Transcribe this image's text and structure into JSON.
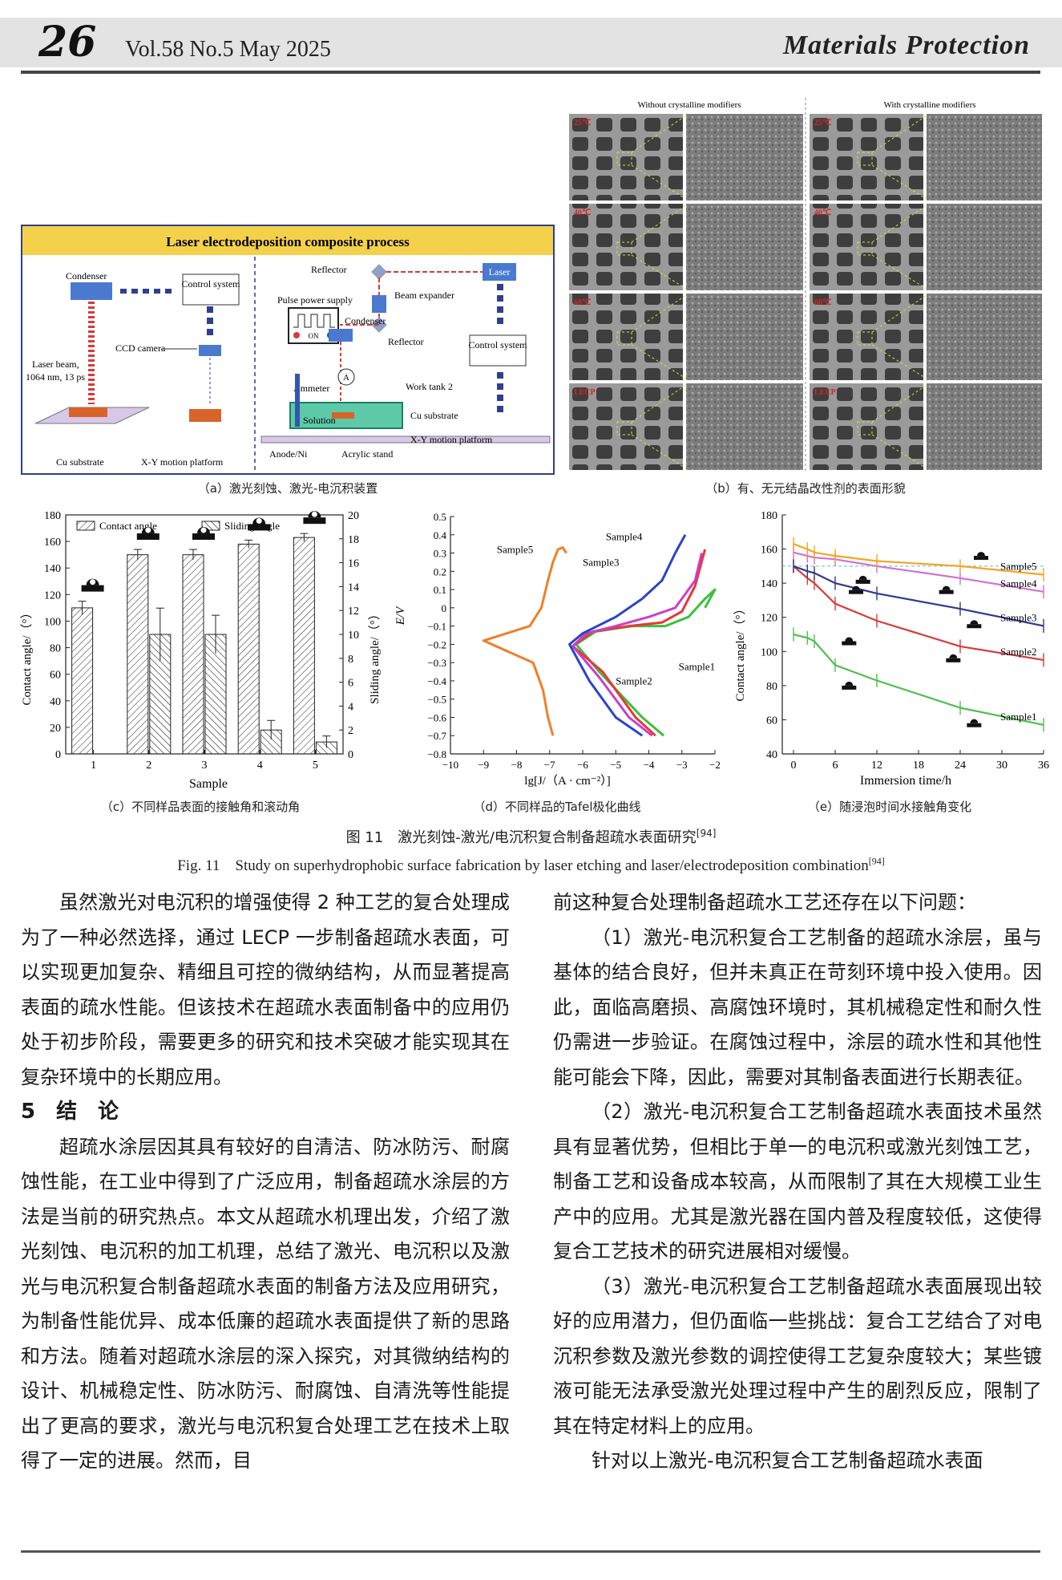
{
  "header": {
    "page_number": "26",
    "volume": "Vol.58  No.5  May 2025",
    "journal": "Materials Protection"
  },
  "figure": {
    "panel_a": {
      "title": "Laser electrodeposition composite process",
      "labels": {
        "condenser": "Condenser",
        "control_system": "Control system",
        "ccd_camera": "CCD camera",
        "laser_beam": "Laser beam,",
        "laser_beam_params": "1064 nm, 13 ps",
        "cu_substrate": "Cu substrate",
        "xy_platform": "X-Y motion platform",
        "reflector_top": "Reflector",
        "laser": "Laser",
        "pulse_power": "Pulse power supply",
        "beam_expander": "Beam expander",
        "condenser2": "Condenser",
        "reflector2": "Reflector",
        "control_system2": "Control system",
        "on": "ON",
        "ammeter": "Ammeter",
        "a_symbol": "A",
        "work_tank": "Work tank 2",
        "solution": "Solution",
        "cu_substrate2": "Cu substrate",
        "xy_platform2": "X-Y motion platform",
        "anode": "Anode/Ni",
        "acrylic": "Acrylic stand"
      },
      "caption": "（a）激光刻蚀、激光-电沉积装置"
    },
    "panel_b": {
      "header_left": "Without crystalline modifiers",
      "header_right": "With crystalline modifiers",
      "row_labels": [
        "25℃",
        "40℃",
        "60℃",
        "LECP"
      ],
      "caption": "（b）有、无元结晶改性剂的表面形貌"
    },
    "panel_c": {
      "legend": [
        "Contact angle",
        "Sliding angle"
      ],
      "xlabel": "Sample",
      "ylabel_left": "Contact angle/（°）",
      "ylabel_right": "Sliding angle/（°）",
      "caption": "（c）不同样品表面的接触角和滚动角"
    },
    "panel_d": {
      "xlabel": "lg[J/（A · cm⁻²）]",
      "ylabel": "E/V",
      "caption": "（d）不同样品的Tafel极化曲线"
    },
    "panel_e": {
      "xlabel": "Immersion time/h",
      "ylabel": "Contact angle/（°）",
      "caption": "（e）随浸泡时间水接触角变化"
    },
    "title_cn": "图 11　激光刻蚀-激光/电沉积复合制备超疏水表面研究",
    "title_cn_ref": "[94]",
    "title_en": "Fig. 11　Study on superhydrophobic surface fabrication by laser etching and laser/electrodeposition combination",
    "title_en_ref": "[94]"
  },
  "chart_data": [
    {
      "type": "bar",
      "categories": [
        "1",
        "2",
        "3",
        "4",
        "5"
      ],
      "series": [
        {
          "name": "Contact angle",
          "values": [
            110,
            150,
            150,
            158,
            163
          ],
          "errors": [
            5,
            4,
            4,
            3,
            3
          ],
          "axis": "left"
        },
        {
          "name": "Sliding angle",
          "values": [
            null,
            10,
            10,
            2,
            1
          ],
          "errors": [
            null,
            2.2,
            1.6,
            0.8,
            0.5
          ],
          "axis": "right"
        }
      ],
      "xlabel": "Sample",
      "ylabel": "Contact angle/（°）",
      "ylabel_right": "Sliding angle/（°）",
      "ylim": [
        0,
        180
      ],
      "ylim_right": [
        0,
        20
      ],
      "yticks": [
        0,
        20,
        40,
        60,
        80,
        100,
        120,
        140,
        160,
        180
      ],
      "yticks_right": [
        0,
        2,
        4,
        6,
        8,
        10,
        12,
        14,
        16,
        18,
        20
      ],
      "legend": "top"
    },
    {
      "type": "line",
      "xlabel": "lg[J/（A · cm⁻²）]",
      "ylabel": "E/V",
      "xlim": [
        -10,
        -2
      ],
      "ylim": [
        -0.8,
        0.5
      ],
      "xticks": [
        -10,
        -9,
        -8,
        -7,
        -6,
        -5,
        -4,
        -3,
        -2
      ],
      "yticks": [
        -0.8,
        -0.7,
        -0.6,
        -0.5,
        -0.4,
        -0.3,
        -0.2,
        -0.1,
        0,
        0.1,
        0.2,
        0.3,
        0.4,
        0.5
      ],
      "series": [
        {
          "name": "Sample5",
          "color": "#ef7f2a",
          "x": [
            -6.9,
            -7.05,
            -7.2,
            -7.5,
            -9,
            -7.6,
            -7.25,
            -7.05,
            -6.9,
            -6.75,
            -6.6,
            -6.5
          ],
          "y": [
            -0.7,
            -0.6,
            -0.45,
            -0.3,
            -0.18,
            -0.1,
            0.0,
            0.15,
            0.25,
            0.32,
            0.33,
            0.3
          ]
        },
        {
          "name": "Sample1",
          "color": "#3cbf3c",
          "x": [
            -3.55,
            -4.2,
            -5.5,
            -6.2,
            -5.6,
            -4.5,
            -3.5,
            -2.8,
            -2.3,
            -2.0,
            -2.3
          ],
          "y": [
            -0.7,
            -0.6,
            -0.35,
            -0.2,
            -0.13,
            -0.1,
            -0.1,
            -0.05,
            0.05,
            0.1,
            0.0
          ]
        },
        {
          "name": "Sample2",
          "color": "#e53935",
          "x": [
            -3.8,
            -4.4,
            -5.4,
            -6.3,
            -5.7,
            -4.6,
            -3.6,
            -3.0,
            -2.6,
            -2.3
          ],
          "y": [
            -0.7,
            -0.6,
            -0.35,
            -0.21,
            -0.13,
            -0.1,
            -0.08,
            -0.02,
            0.12,
            0.32
          ]
        },
        {
          "name": "Sample3",
          "color": "#cc3dcc",
          "x": [
            -3.9,
            -4.6,
            -5.5,
            -6.3,
            -5.9,
            -5.0,
            -4.0,
            -3.2,
            -2.6,
            -2.4
          ],
          "y": [
            -0.7,
            -0.6,
            -0.38,
            -0.21,
            -0.14,
            -0.1,
            -0.05,
            0.0,
            0.15,
            0.3
          ]
        },
        {
          "name": "Sample4",
          "color": "#2a44c8",
          "x": [
            -4.2,
            -5.0,
            -5.8,
            -6.4,
            -6.0,
            -5.0,
            -4.2,
            -3.6,
            -3.2,
            -2.9
          ],
          "y": [
            -0.7,
            -0.6,
            -0.4,
            -0.2,
            -0.14,
            -0.05,
            0.05,
            0.15,
            0.3,
            0.4
          ]
        }
      ]
    },
    {
      "type": "line",
      "xlabel": "Immersion time/h",
      "ylabel": "Contact angle/（°）",
      "xlim": [
        0,
        36
      ],
      "ylim": [
        40,
        180
      ],
      "xticks": [
        0,
        6,
        12,
        18,
        24,
        30,
        36
      ],
      "yticks": [
        40,
        60,
        80,
        100,
        120,
        140,
        160,
        180
      ],
      "reference_line": 150,
      "series": [
        {
          "name": "Sample1",
          "color": "#4cc04c",
          "x": [
            0,
            2,
            3,
            6,
            12,
            24,
            36
          ],
          "y": [
            110,
            108,
            106,
            92,
            83,
            67,
            57
          ]
        },
        {
          "name": "Sample2",
          "color": "#d83a3a",
          "x": [
            0,
            2,
            3,
            6,
            12,
            24,
            36
          ],
          "y": [
            150,
            143,
            140,
            128,
            118,
            103,
            95
          ]
        },
        {
          "name": "Sample3",
          "color": "#2e3a8c",
          "x": [
            0,
            2,
            3,
            6,
            12,
            24,
            36
          ],
          "y": [
            150,
            147,
            146,
            140,
            134,
            125,
            115
          ]
        },
        {
          "name": "Sample4",
          "color": "#d070d0",
          "x": [
            0,
            2,
            3,
            6,
            12,
            24,
            36
          ],
          "y": [
            158,
            156,
            155,
            154,
            150,
            143,
            135
          ]
        },
        {
          "name": "Sample5",
          "color": "#f5a623",
          "x": [
            0,
            2,
            3,
            6,
            12,
            24,
            36
          ],
          "y": [
            163,
            160,
            158,
            156,
            153,
            150,
            145
          ]
        }
      ]
    }
  ],
  "body": {
    "left_paragraphs": [
      "虽然激光对电沉积的增强使得 2 种工艺的复合处理成为了一种必然选择，通过 LECP 一步制备超疏水表面，可以实现更加复杂、精细且可控的微纳结构，从而显著提高表面的疏水性能。但该技术在超疏水表面制备中的应用仍处于初步阶段，需要更多的研究和技术突破才能实现其在复杂环境中的长期应用。"
    ],
    "section_heading": "5　结　论",
    "left_paragraphs2": [
      "超疏水涂层因其具有较好的自清洁、防冰防污、耐腐蚀性能，在工业中得到了广泛应用，制备超疏水涂层的方法是当前的研究热点。本文从超疏水机理出发，介绍了激光刻蚀、电沉积的加工机理，总结了激光、电沉积以及激光与电沉积复合制备超疏水表面的制备方法及应用研究，为制备性能优异、成本低廉的超疏水表面提供了新的思路和方法。随着对超疏水涂层的深入探究，对其微纳结构的设计、机械稳定性、防冰防污、耐腐蚀、自清洗等性能提出了更高的要求，激光与电沉积复合处理工艺在技术上取得了一定的进展。然而，目"
    ],
    "right_first": "前这种复合处理制备超疏水工艺还存在以下问题：",
    "right_paragraphs": [
      "（1）激光-电沉积复合工艺制备的超疏水涂层，虽与基体的结合良好，但并未真正在苛刻环境中投入使用。因此，面临高磨损、高腐蚀环境时，其机械稳定性和耐久性仍需进一步验证。在腐蚀过程中，涂层的疏水性和其他性能可能会下降，因此，需要对其制备表面进行长期表征。",
      "（2）激光-电沉积复合工艺制备超疏水表面技术虽然具有显著优势，但相比于单一的电沉积或激光刻蚀工艺，制备工艺和设备成本较高，从而限制了其在大规模工业生产中的应用。尤其是激光器在国内普及程度较低，这使得复合工艺技术的研究进展相对缓慢。",
      "（3）激光-电沉积复合工艺制备超疏水表面展现出较好的应用潜力，但仍面临一些挑战：复合工艺结合了对电沉积参数及激光参数的调控使得工艺复杂度较大；某些镀液可能无法承受激光处理过程中产生的剧烈反应，限制了其在特定材料上的应用。",
      "针对以上激光-电沉积复合工艺制备超疏水表面"
    ]
  }
}
